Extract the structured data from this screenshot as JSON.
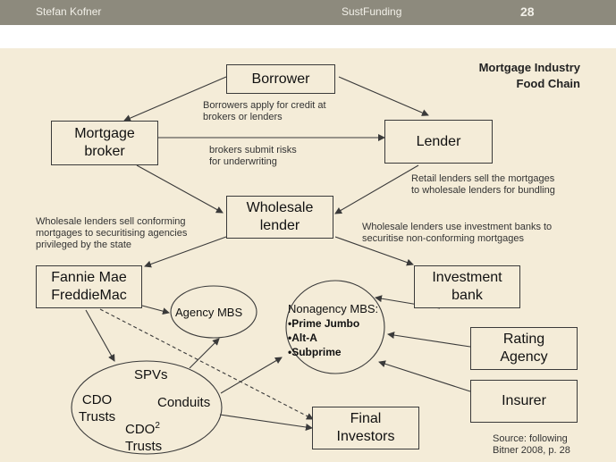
{
  "header": {
    "author": "Stefan Kofner",
    "course": "SustFunding",
    "page": "28"
  },
  "title": {
    "line1": "Mortgage Industry",
    "line2": "Food Chain"
  },
  "nodes": {
    "borrower": "Borrower",
    "mortgage_broker": {
      "line1": "Mortgage",
      "line2": "broker"
    },
    "lender": "Lender",
    "wholesale_lender": {
      "line1": "Wholesale",
      "line2": "lender"
    },
    "fannie_freddie": {
      "line1": "Fannie Mae",
      "line2": "FreddieMac"
    },
    "investment_bank": {
      "line1": "Investment",
      "line2": "bank"
    },
    "agency_mbs": "Agency MBS",
    "nonagency_mbs": {
      "title": "Nonagency MBS:",
      "items": [
        "•Prime Jumbo",
        "•Alt-A",
        "•Subprime"
      ]
    },
    "rating_agency": {
      "line1": "Rating",
      "line2": "Agency"
    },
    "insurer": "Insurer",
    "final_investors": {
      "line1": "Final",
      "line2": "Investors"
    },
    "spv_group": {
      "spvs": "SPVs",
      "cdo_trusts_1": "CDO",
      "cdo_trusts_2": "Trusts",
      "conduits": "Conduits",
      "cdo2": "CDO",
      "cdo2_sup": "2",
      "cdo2_trusts": "Trusts"
    }
  },
  "annotations": {
    "borrowers_apply": {
      "line1": "Borrowers apply for credit at",
      "line2": "brokers or lenders"
    },
    "brokers_submit": {
      "line1": "brokers submit risks",
      "line2": "for underwriting"
    },
    "retail_lenders": {
      "line1": "Retail lenders sell the mortgages",
      "line2": "to wholesale lenders for bundling"
    },
    "wholesale_sell": {
      "line1": "Wholesale lenders sell conforming",
      "line2": "mortgages to securitising agencies",
      "line3": "privileged by the state"
    },
    "wholesale_invest": {
      "line1": "Wholesale lenders use investment banks to",
      "line2": "securitise non-conforming mortgages"
    }
  },
  "source": {
    "line1": "Source: following",
    "line2": "Bitner 2008, p. 28"
  },
  "colors": {
    "header_bar": "#8d8a7d",
    "background": "#f4ecd8",
    "stroke": "#3a3a3a"
  }
}
